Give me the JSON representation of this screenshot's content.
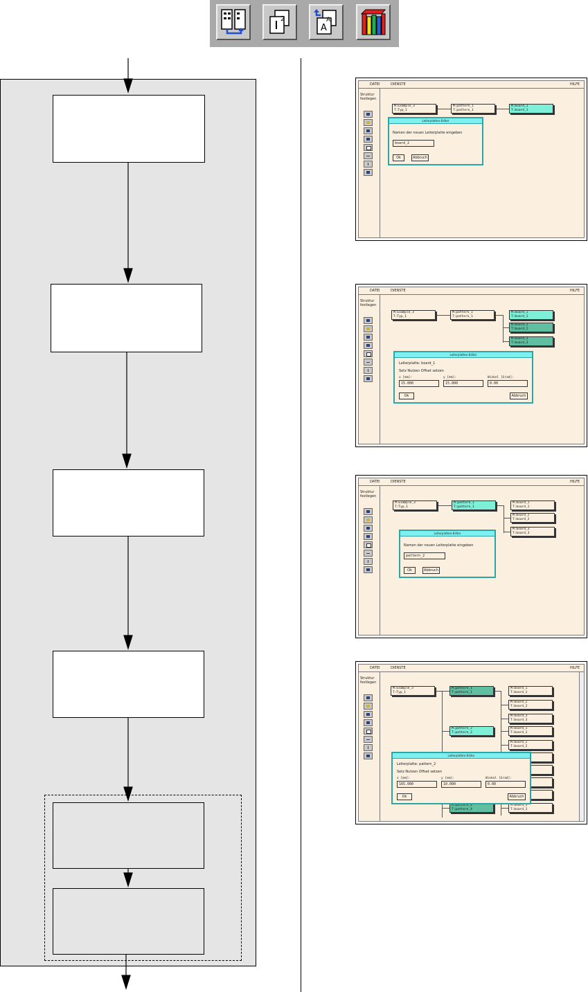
{
  "toolbar": {
    "icons": [
      "structure-icon",
      "panel-pages-icon",
      "replace-icon",
      "library-icon"
    ]
  },
  "diagram": {
    "steps": [
      "",
      "",
      "",
      "",
      "",
      ""
    ]
  },
  "screens": [
    {
      "menu": {
        "left": "DATEI",
        "mid": "DIENSTE",
        "right": "HILFE"
      },
      "side_label": "Struktur festlegen",
      "nodes": [
        {
          "l1": "M:Example_3",
          "l2": "T:Typ_1"
        },
        {
          "l1": "M:pattern_1",
          "l2": "T:pattern_1"
        },
        {
          "l1": "M:board_1",
          "l2": "T:board_1"
        }
      ],
      "dialog": {
        "title": "Leiterplatten-Editor",
        "prompt": "Namen der neuen Leiterplatte eingeben",
        "value": "board_2",
        "ok": "Ok",
        "cancel": "Abbruch"
      }
    },
    {
      "menu": {
        "left": "DATEI",
        "mid": "DIENSTE",
        "right": "HILFE"
      },
      "side_label": "Struktur festlegen",
      "nodes": [
        {
          "l1": "M:Example_3",
          "l2": "T:Typ_1"
        },
        {
          "l1": "M:pattern_1",
          "l2": "T:pattern_1"
        },
        {
          "l1": "M:board_1",
          "l2": "T:board_1"
        },
        {
          "l1": "M:board_2",
          "l2": "T:board_2"
        },
        {
          "l1": "M:board_3",
          "l2": "T:board_3"
        }
      ],
      "dialog": {
        "title": "Leiterplatten-Editor",
        "board_label": "Leiterplatte:",
        "board_value": "board_1",
        "offset_label": "Setz Nutzen Offset setzen",
        "x_label": "x      [mm]:",
        "y_label": "y      [mm]:",
        "w_label": "Winkel [Grad]:",
        "x_value": "15.000",
        "y_value": "15.000",
        "w_value": "0.00",
        "ok": "Ok",
        "cancel": "Abbruch"
      }
    },
    {
      "menu": {
        "left": "DATEI",
        "mid": "DIENSTE",
        "right": "HILFE"
      },
      "side_label": "Struktur festlegen",
      "nodes": [
        {
          "l1": "M:Example_3",
          "l2": "T:Typ_1"
        },
        {
          "l1": "M:pattern_1",
          "l2": "T:pattern_1"
        },
        {
          "l1": "M:board_1",
          "l2": "T:board_1"
        },
        {
          "l1": "M:board_2",
          "l2": "T:board_2"
        },
        {
          "l1": "M:board_3",
          "l2": "T:board_3"
        }
      ],
      "dialog": {
        "title": "Leiterplatten-Editor",
        "prompt": "Namen der neuen Leiterplatte eingeben",
        "value": "pattern_2",
        "ok": "Ok",
        "cancel": "Abbruch"
      }
    },
    {
      "menu": {
        "left": "DATEI",
        "mid": "DIENSTE",
        "right": "HILFE"
      },
      "side_label": "Struktur festlegen",
      "nodes": [
        {
          "l1": "M:Example_3",
          "l2": "T:Typ_1"
        },
        {
          "l1": "M:pattern_1",
          "l2": "T:pattern_1"
        },
        {
          "l1": "M:board_1",
          "l2": "T:board_1"
        },
        {
          "l1": "M:board_2",
          "l2": "T:board_2"
        },
        {
          "l1": "M:board_3",
          "l2": "T:board_3"
        },
        {
          "l1": "M:pattern_2",
          "l2": "T:pattern_2"
        },
        {
          "l1": "M:board_1",
          "l2": "T:board_1"
        },
        {
          "l1": "M:board_2",
          "l2": "T:board_2"
        },
        {
          "l1": "M:pattern_4",
          "l2": "T:pattern_4"
        },
        {
          "l1": "M:board_1",
          "l2": "T:board_1"
        }
      ],
      "dialog": {
        "title": "Leiterplatten-Editor",
        "board_label": "Leiterplatte:",
        "board_value": "pattern_2",
        "offset_label": "Setz Nutzen Offset setzen",
        "x_label": "x      [mm]:",
        "y_label": "y      [mm]:",
        "w_label": "Winkel [Grad]:",
        "x_value": "165.000",
        "y_value": "10.000",
        "w_value": "0.00",
        "ok": "Ok",
        "cancel": "Abbruch"
      }
    }
  ]
}
